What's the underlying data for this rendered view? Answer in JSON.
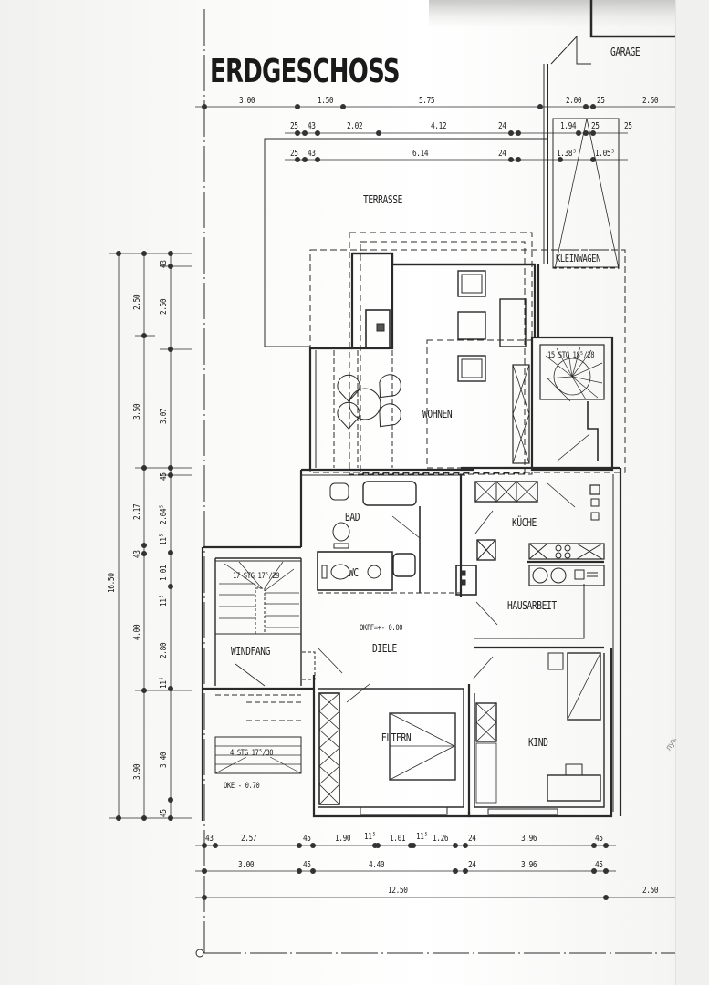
{
  "drawing": {
    "title": "ERDGESCHOSS",
    "level_note": "OKFF=+- 0.00",
    "entrance_level": "OKE - 0.70",
    "margin_mark": "лук"
  },
  "rooms": [
    {
      "id": "garage",
      "label": "GARAGE"
    },
    {
      "id": "terrasse",
      "label": "TERRASSE"
    },
    {
      "id": "kleinwagen",
      "label": "KLEINWAGEN"
    },
    {
      "id": "wohnen",
      "label": "WOHNEN"
    },
    {
      "id": "bad",
      "label": "BAD"
    },
    {
      "id": "wc",
      "label": "WC"
    },
    {
      "id": "kueche",
      "label": "KÜCHE"
    },
    {
      "id": "hausarbeit",
      "label": "HAUSARBEIT"
    },
    {
      "id": "windfang",
      "label": "WINDFANG"
    },
    {
      "id": "diele",
      "label": "DIELE"
    },
    {
      "id": "eltern",
      "label": "ELTERN"
    },
    {
      "id": "kind",
      "label": "KIND"
    }
  ],
  "stairs": {
    "main": "17 STG 17⁵/29",
    "side": "15 STG 18⁵/28",
    "entrance": "4 STG 17⁵/30"
  },
  "dimensions": {
    "top_row1": [
      "3.00",
      "1.50",
      "5.75",
      "2.00",
      "25",
      "2.50"
    ],
    "top_row2": [
      "25",
      "43",
      "2.02",
      "4.12",
      "24",
      "1.94",
      "25",
      "25"
    ],
    "top_row3": [
      "25",
      "43",
      "6.14",
      "24",
      "1.38⁵",
      "1.05⁵"
    ],
    "left_outer": [
      "16.50"
    ],
    "left_mid": [
      "2.50",
      "3.50",
      "2.17",
      "43",
      "4.00",
      "3.90"
    ],
    "left_inner": [
      "43",
      "2.50",
      "3.07",
      "45",
      "2.04⁵",
      "11⁵",
      "1.01",
      "11⁵",
      "2.80",
      "11⁵",
      "3.40",
      "45"
    ],
    "bottom_row1": [
      "43",
      "2.57",
      "45",
      "1.90",
      "11⁵",
      "1.01",
      "11⁵",
      "1.26",
      "24",
      "3.96",
      "45"
    ],
    "bottom_row2": [
      "3.00",
      "45",
      "4.40",
      "24",
      "3.96",
      "45"
    ],
    "bottom_row3": [
      "12.50",
      "2.50"
    ]
  },
  "colors": {
    "paper": "#f4f4f2",
    "ink": "#222222",
    "wall": "#2a2a2a"
  }
}
